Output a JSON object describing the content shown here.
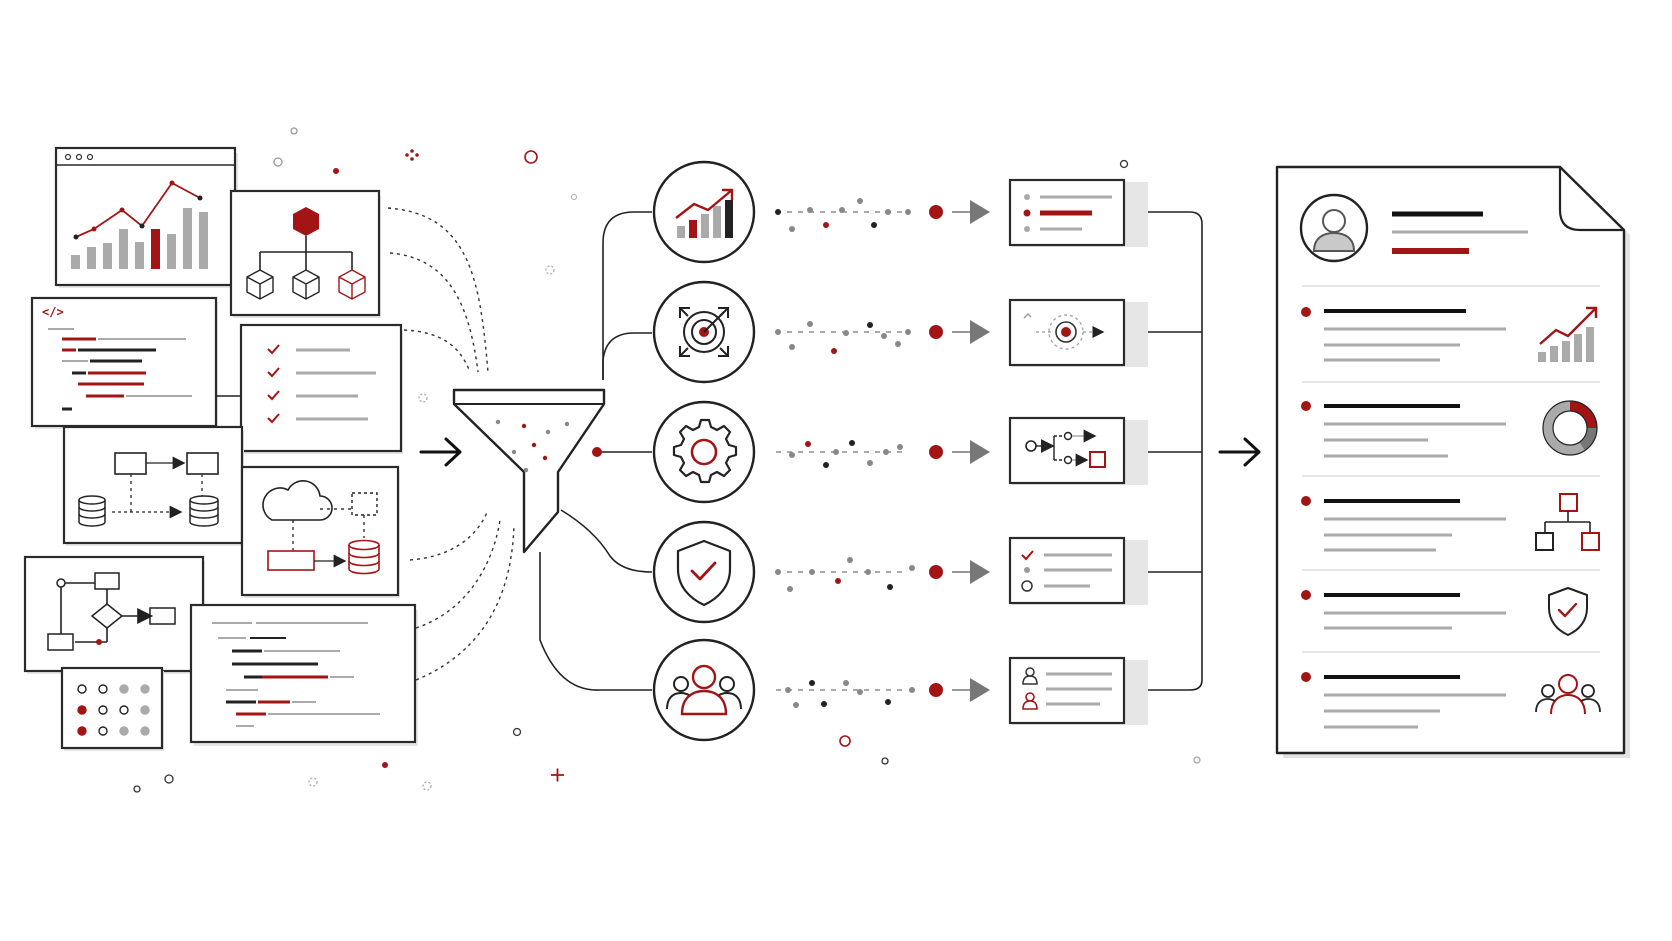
{
  "colors": {
    "accent": "#a31515",
    "ink": "#222222",
    "gray": "#9a9a9a",
    "light_gray": "#c8c8c8",
    "background": "#ffffff"
  },
  "sources": {
    "code_tag": "</>",
    "items": [
      "analytics-dashboard-window",
      "hierarchy-diagram-card",
      "code-editor-card",
      "checklist-card",
      "database-flow-card",
      "cloud-pipeline-card",
      "flowchart-card",
      "code-snippet-card",
      "dot-grid-card"
    ]
  },
  "funnel": {
    "icon": "funnel-icon"
  },
  "channels": [
    {
      "icon": "trend-chart-icon",
      "output": "list-card"
    },
    {
      "icon": "target-focus-icon",
      "output": "target-card"
    },
    {
      "icon": "gear-icon",
      "output": "workflow-card"
    },
    {
      "icon": "shield-check-icon",
      "output": "checklist-card"
    },
    {
      "icon": "team-icon",
      "output": "user-list-card"
    }
  ],
  "report": {
    "header_icon": "user-avatar-icon",
    "sections": [
      {
        "icon": "trend-chart-icon"
      },
      {
        "icon": "donut-chart-icon"
      },
      {
        "icon": "org-chart-icon"
      },
      {
        "icon": "shield-check-icon"
      },
      {
        "icon": "team-icon"
      }
    ]
  }
}
